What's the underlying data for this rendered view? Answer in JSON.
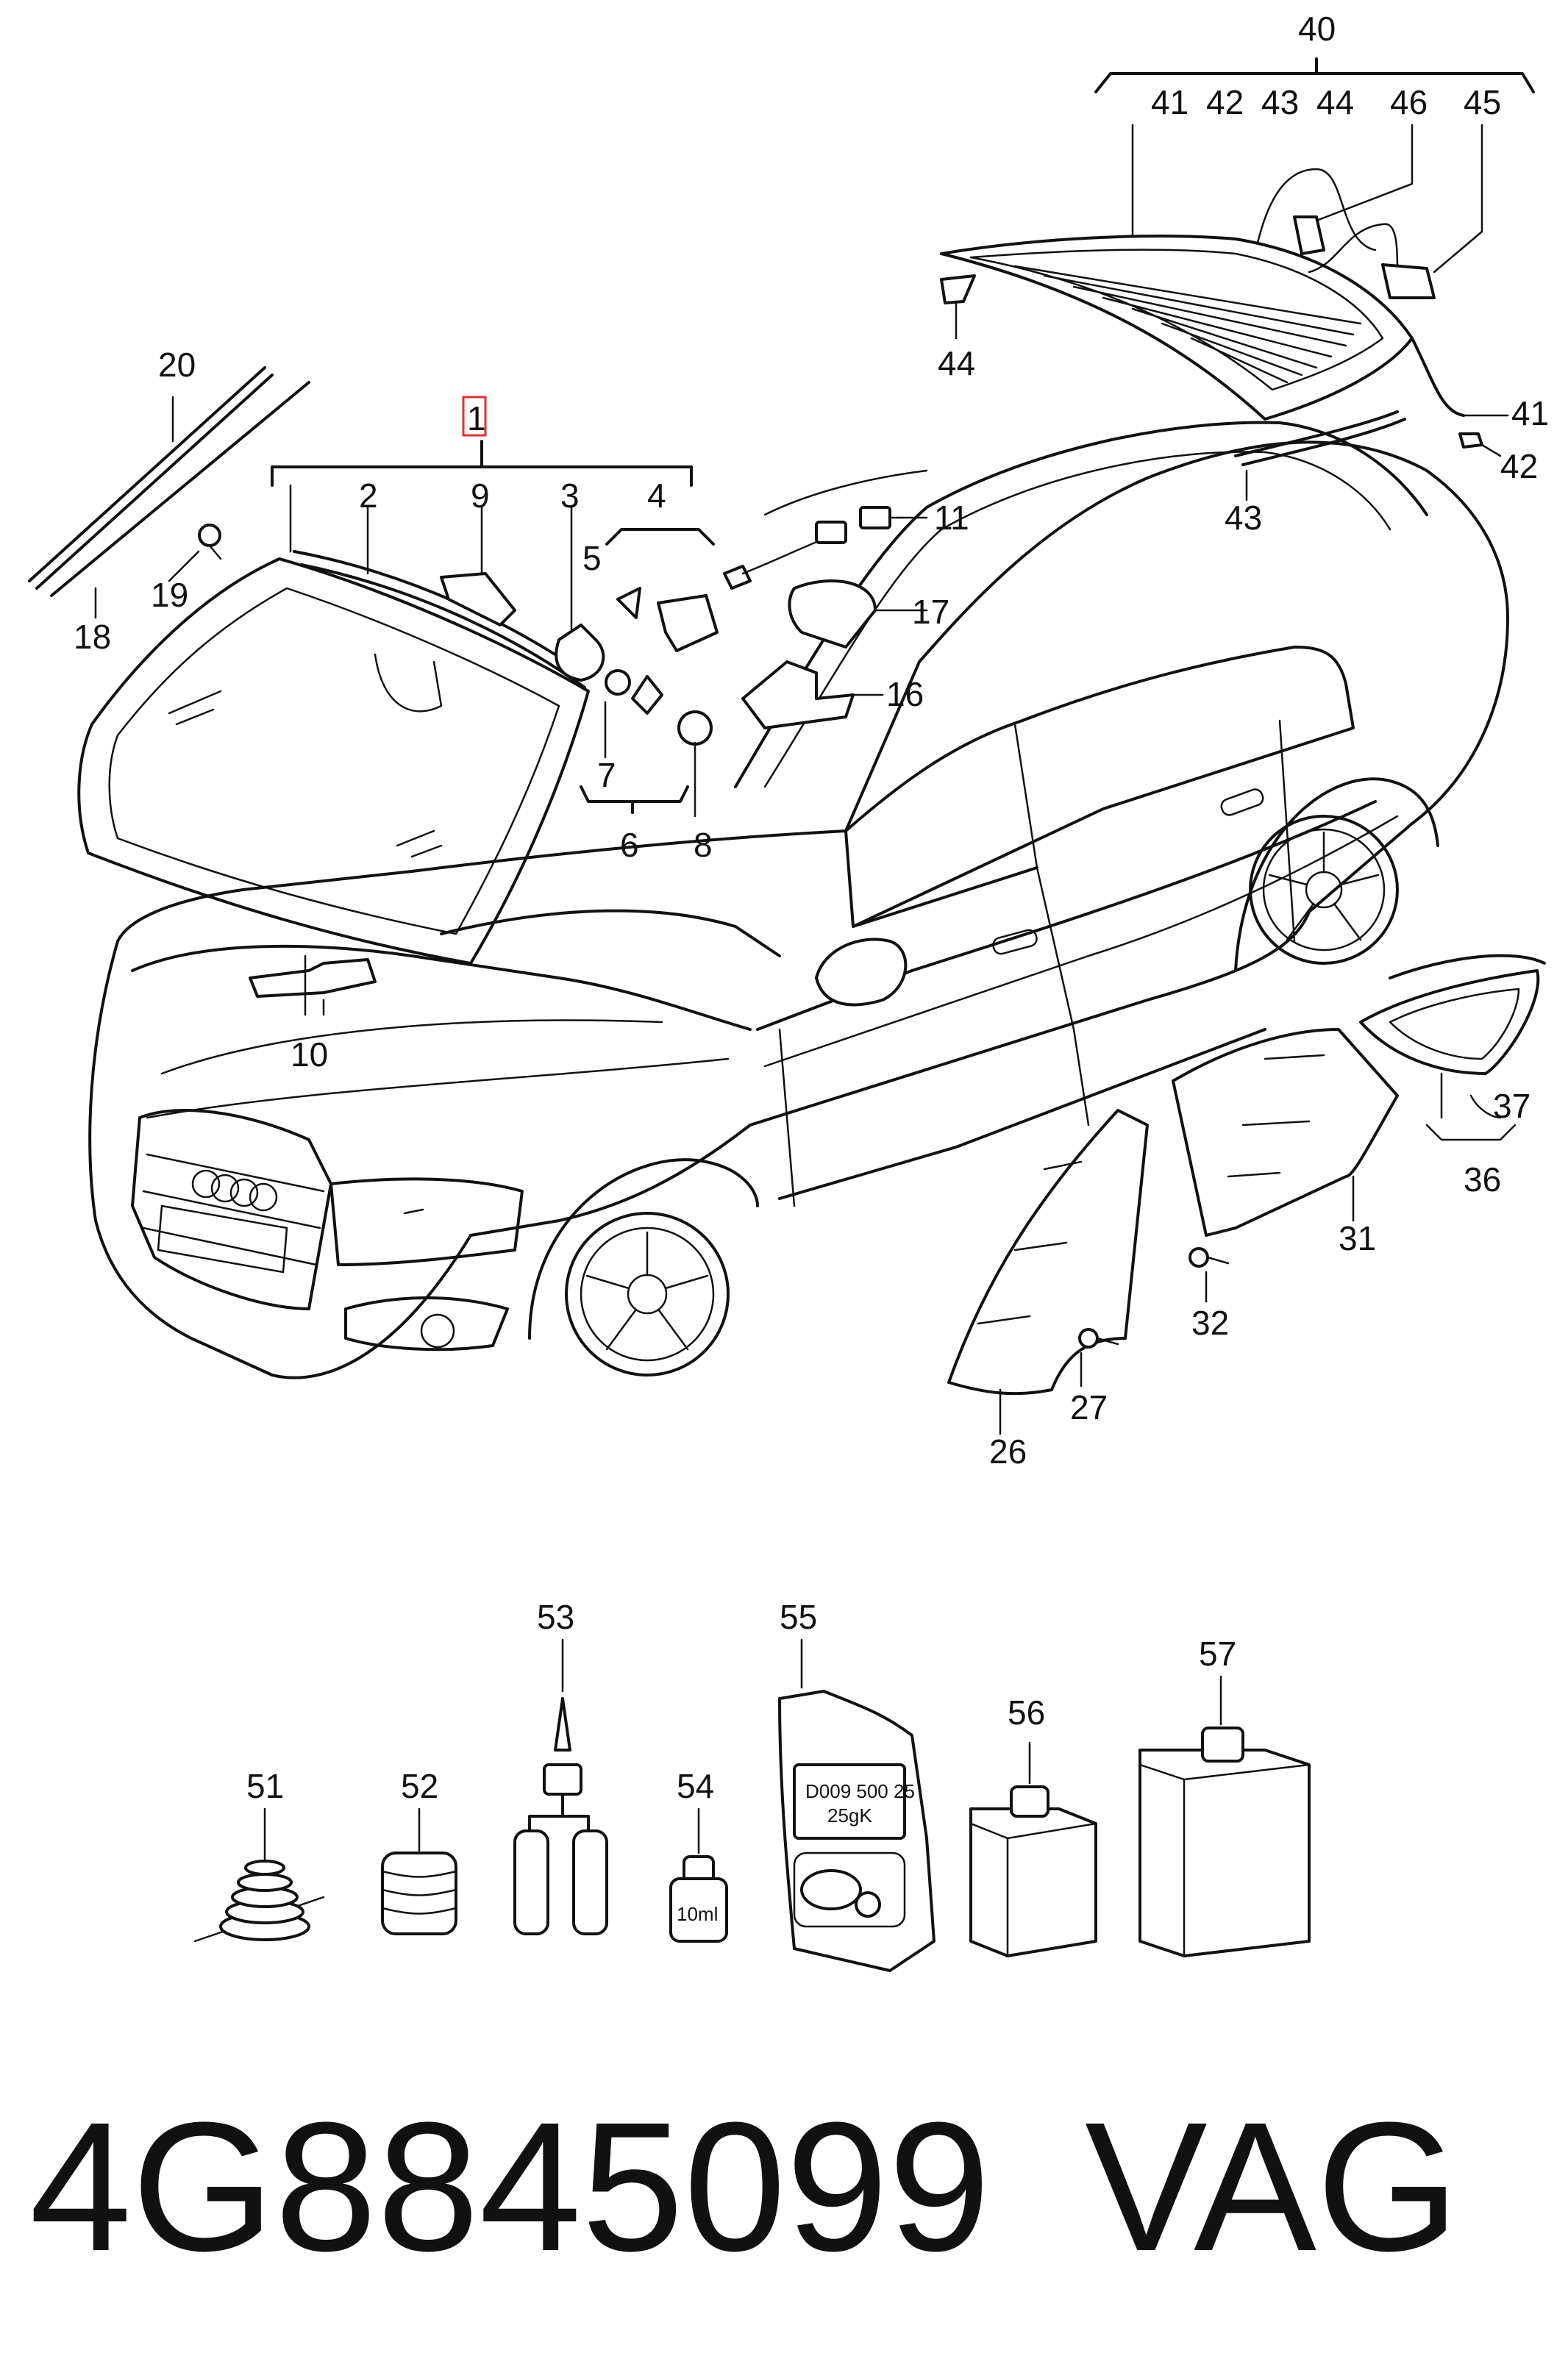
{
  "callouts": {
    "c1": "1",
    "c2": "2",
    "c3": "3",
    "c4": "4",
    "c5": "5",
    "c6": "6",
    "c7": "7",
    "c8": "8",
    "c9": "9",
    "c10": "10",
    "c11": "11",
    "c16": "16",
    "c17": "17",
    "c18": "18",
    "c19": "19",
    "c20": "20",
    "c26": "26",
    "c27": "27",
    "c31": "31",
    "c32": "32",
    "c36": "36",
    "c37": "37",
    "c40": "40",
    "c41a": "41",
    "c41b": "41",
    "c42a": "42",
    "c42b": "42",
    "c43a": "43",
    "c43b": "43",
    "c44a": "44",
    "c44b": "44",
    "c45": "45",
    "c46": "46",
    "c51": "51",
    "c52": "52",
    "c53": "53",
    "c54": "54",
    "c55": "55",
    "c56": "56",
    "c57": "57"
  },
  "highlighted_callout": "1",
  "highlight_color": "#e0322d",
  "package_label": {
    "line1": "D009 500 25",
    "line2": "25gK"
  },
  "bottle_label": "10ml",
  "footer": {
    "part_number": "4G8845099",
    "brand": "VAG"
  }
}
